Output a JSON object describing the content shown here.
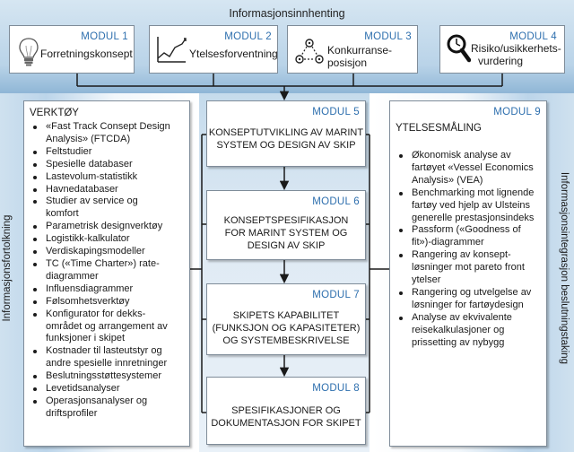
{
  "top": {
    "title": "Informasjonsinnhenting",
    "modules": [
      {
        "label": "MODUL 1",
        "text": [
          "Forretningskonsept"
        ],
        "icon": "lightbulb-icon"
      },
      {
        "label": "MODUL 2",
        "text": [
          "Ytelsesforventning"
        ],
        "icon": "trend-chart-icon"
      },
      {
        "label": "MODUL 3",
        "text": [
          "Konkurranse-",
          "posisjon"
        ],
        "icon": "network-gears-icon"
      },
      {
        "label": "MODUL 4",
        "text": [
          "Risiko/usikkerhets-",
          "vurdering"
        ],
        "icon": "magnifier-icon"
      }
    ]
  },
  "left": {
    "side_label": "Informasjonsfortolkning",
    "heading": "VERKTØY",
    "items": [
      "«Fast Track Consept Design",
      "Analysis» (FTCDA)",
      "Feltstudier",
      "Spesielle databaser",
      "Lastevolum-statistikk",
      "Havnedatabaser",
      "Studier av service og",
      "komfort",
      "Parametrisk designverktøy",
      "Logistikk-kalkulator",
      "Verdiskapingsmodeller",
      "TC («Time Charter») rate-",
      "diagrammer",
      "Influensdiagrammer",
      "Følsomhetsverktøy",
      "Konfigurator for dekks-",
      "området og arrangement av",
      "funksjoner i skipet",
      "Kostnader til lasteutstyr og",
      "andre spesielle innretninger",
      "Beslutningsstøttesystemer",
      "Levetidsanalyser",
      "Operasjonsanalyser og",
      "driftsprofiler"
    ],
    "bullet_starts": [
      0,
      2,
      3,
      4,
      5,
      6,
      8,
      9,
      10,
      11,
      13,
      14,
      15,
      18,
      20,
      21,
      22
    ]
  },
  "center": {
    "modules": [
      {
        "label": "MODUL 5",
        "text": [
          "KONSEPTUTVIKLING AV MARINT",
          "SYSTEM OG DESIGN AV SKIP"
        ]
      },
      {
        "label": "MODUL 6",
        "text": [
          "KONSEPTSPESIFIKASJON",
          "FOR MARINT SYSTEM OG",
          "DESIGN AV SKIP"
        ]
      },
      {
        "label": "MODUL 7",
        "text": [
          "SKIPETS KAPABILITET",
          "(FUNKSJON OG KAPASITETER)",
          "OG SYSTEMBESKRIVELSE"
        ]
      },
      {
        "label": "MODUL 8",
        "text": [
          "SPESIFIKASJONER OG",
          "DOKUMENTASJON FOR SKIPET"
        ]
      }
    ]
  },
  "right": {
    "side_label": "Informasjonsintegrasjon beslutningstaking",
    "label": "MODUL 9",
    "heading": "YTELSESMÅLING",
    "items": [
      "Økonomisk analyse av",
      "fartøyet «Vessel Economics",
      "Analysis» (VEA)",
      "Benchmarking mot lignende",
      "fartøy ved hjelp av Ulsteins",
      "generelle prestasjonsindeks",
      "Passform («Goodness of",
      "fit»)-diagrammer",
      "Rangering av konsept-",
      "løsninger mot pareto front",
      "ytelser",
      "Rangering og utvelgelse av",
      "løsninger for fartøydesign",
      "Analyse av ekvivalente",
      "reisekalkulasjoner og",
      "prissetting av nybygg"
    ],
    "bullet_starts": [
      0,
      3,
      6,
      8,
      11,
      13
    ]
  },
  "colors": {
    "module_label": "#2e6fae",
    "band": "#b9d3e8",
    "border": "#7f8c99"
  }
}
